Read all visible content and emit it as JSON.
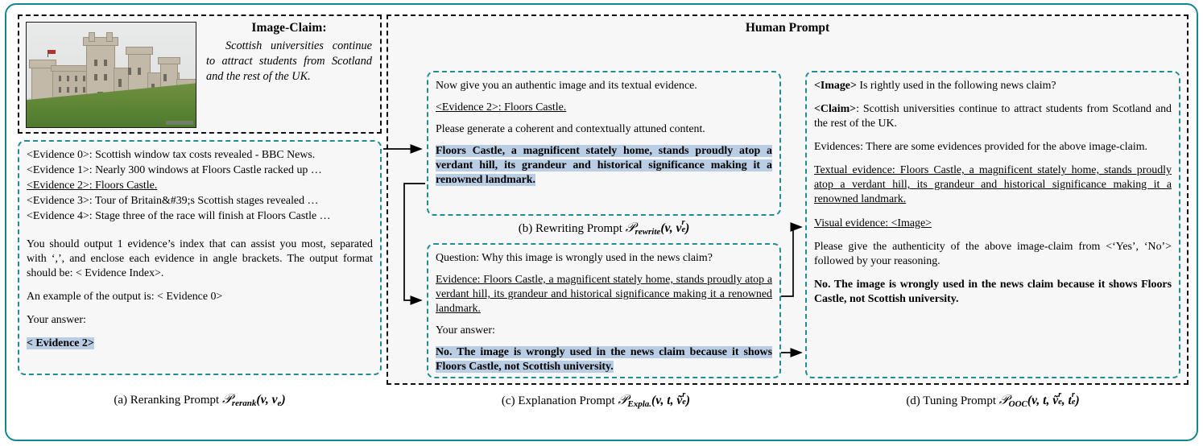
{
  "figure": {
    "human_prompt_title": "Human Prompt"
  },
  "image_claim": {
    "heading": "Image-Claim:",
    "claim_text": "Scottish universities continue to attract students from Scotland and the rest of the UK.",
    "photo_alt": "castle-photo"
  },
  "panel_a": {
    "evidence_items": [
      "<Evidence 0>: Scottish window tax costs revealed - BBC News.",
      "<Evidence 1>: Nearly 300 windows at Floors Castle racked up …",
      "<Evidence 2>: Floors Castle.",
      "<Evidence 3>: Tour of Britain&#39;s Scottish stages revealed …",
      "<Evidence 4>: Stage three of the race will finish at Floors Castle …"
    ],
    "instruction": "You should output 1 evidence’s index that can assist you most, separated with ‘,’, and enclose each evidence in angle brackets. The output format should be: < Evidence Index>.",
    "example": "An example of the output is: < Evidence 0>",
    "your_answer_label": "Your answer:",
    "answer": "< Evidence 2>",
    "caption_prefix": "(a) Reranking Prompt",
    "caption_symbol": "P",
    "caption_subscript": "rerank",
    "caption_args": "(v, v_e)"
  },
  "panel_b": {
    "line1": "Now give you an authentic image and its textual evidence.",
    "evidence_line": "<Evidence 2>: Floors Castle.",
    "line3": "Please generate a coherent and contextually attuned content.",
    "output": "Floors Castle, a magnificent stately home, stands proudly atop a verdant hill, its grandeur and historical significance making it a renowned landmark.",
    "caption_prefix": "(b) Rewriting Prompt",
    "caption_symbol": "P",
    "caption_subscript": "rewrite",
    "caption_args": "(v, v_e^r)"
  },
  "panel_c": {
    "question": "Question: Why this image is wrongly used in the news claim?",
    "evidence": "Evidence: Floors Castle, a magnificent stately home, stands proudly atop a verdant hill, its grandeur and historical significance making it a renowned landmark.",
    "your_answer_label": "Your answer:",
    "answer": "No. The image is wrongly used in the news claim because it shows Floors Castle, not Scottish university.",
    "caption_prefix": "(c) Explanation Prompt",
    "caption_symbol": "P",
    "caption_subscript": "Expla.",
    "caption_args": "(v, t, ṽ_e^r)"
  },
  "panel_d": {
    "image_tag": "<Image>",
    "image_question": " Is rightly used in the following news claim?",
    "claim_tag": "<Claim>",
    "claim_text": ": Scottish universities continue to attract students from Scotland and the rest of the UK.",
    "evidences_line": "Evidences: There are some evidences provided for the above image-claim.",
    "textual_evidence": "Textual evidence: Floors Castle, a magnificent stately home, stands proudly atop a verdant hill, its grandeur and historical significance making it a renowned landmark.",
    "visual_evidence": "Visual evidence: <Image>",
    "authenticity_request": "Please give the authenticity of the above image-claim from <‘Yes’, ‘No’> followed by your reasoning.",
    "answer": "No. The image is wrongly used in the news claim because it shows Floors Castle, not Scottish university.",
    "caption_prefix": "(d) Tuning Prompt",
    "caption_symbol": "P",
    "caption_subscript": "OOC",
    "caption_args": "(v, t, ṽ_e^r, t_e^r)"
  },
  "colors": {
    "frame_teal": "#14868c",
    "panel_teal": "#1f8e94",
    "highlight_blue": "#b9cde4",
    "dashed_black": "#111111",
    "background": "#f7f7f7"
  }
}
